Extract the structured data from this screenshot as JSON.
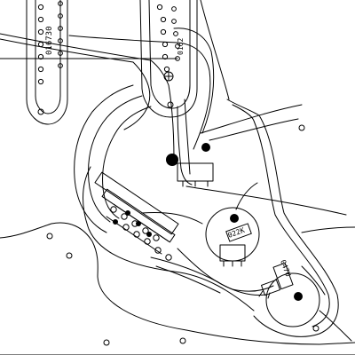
{
  "diagram": {
    "kind": "guitar wiring schematic",
    "line_color": "#000000",
    "background_color": "#ffffff",
    "labels": {
      "neck_pickup_code": "016730",
      "middle_pickup_code": "0162",
      "tone_cap_1": "022K",
      "tone_cap_2": "047U"
    }
  }
}
